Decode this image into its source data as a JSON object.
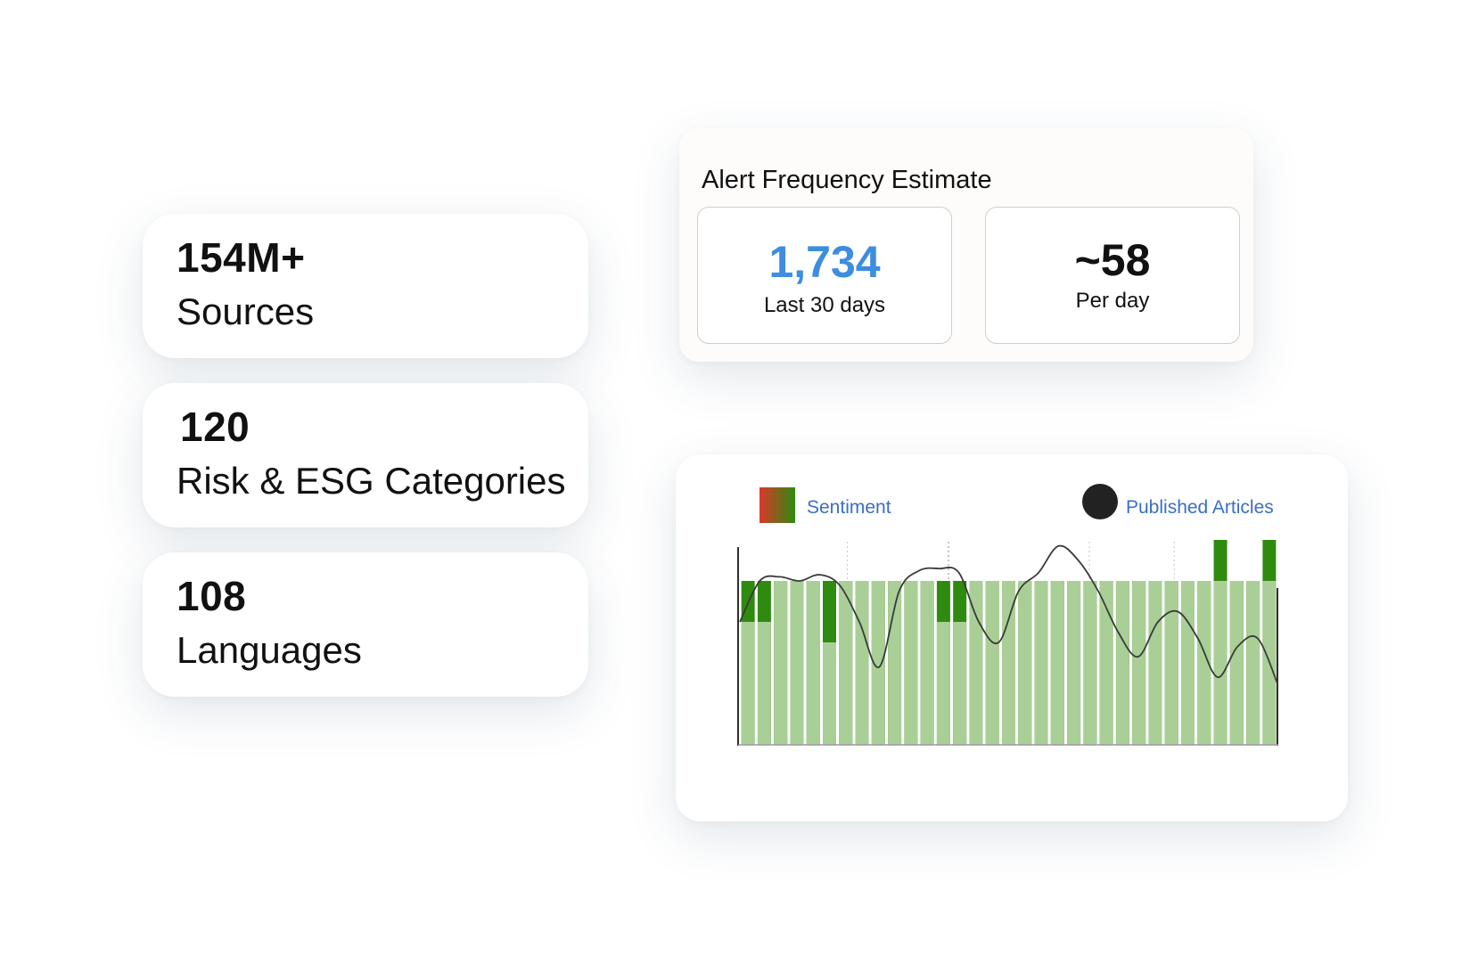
{
  "stats": [
    {
      "value": "154M+",
      "label": "Sources"
    },
    {
      "value": "120",
      "label": "Risk & ESG Categories"
    },
    {
      "value": "108",
      "label": "Languages"
    }
  ],
  "alert": {
    "title": "Alert Frequency Estimate",
    "boxes": [
      {
        "value": "1,734",
        "label": "Last 30 days",
        "color": "#3d8de0"
      },
      {
        "value": "~58",
        "label": "Per day",
        "color": "#111111"
      }
    ]
  },
  "colors": {
    "bar_dark": "#2f8a10",
    "bar_light": "#a9cf96",
    "line": "#3a3a3a",
    "legend_text": "#3a6ec8"
  },
  "chart_data": {
    "type": "bar",
    "legend": [
      {
        "label": "Sentiment",
        "marker": "gradient-square",
        "colors": [
          "#d8382a",
          "#2f8a10"
        ]
      },
      {
        "label": "Published Articles",
        "marker": "circle",
        "color": "#222222"
      }
    ],
    "legend_placement": "top",
    "grid": false,
    "ylim": [
      0,
      10
    ],
    "series": [
      {
        "type": "bar",
        "values": [
          8,
          8,
          8,
          8,
          8,
          8,
          8,
          8,
          8,
          8,
          8,
          8,
          8,
          8,
          8,
          8,
          8,
          8,
          8,
          8,
          8,
          8,
          8,
          8,
          8,
          8,
          8,
          8,
          8,
          10,
          8,
          8,
          10
        ]
      },
      {
        "type": "bar",
        "values": [
          6,
          6,
          8,
          8,
          8,
          5,
          8,
          8,
          8,
          8,
          8,
          8,
          6,
          6,
          8,
          8,
          8,
          8,
          8,
          8,
          8,
          8,
          8,
          8,
          8,
          8,
          8,
          8,
          8,
          8,
          8,
          8,
          8
        ]
      },
      {
        "type": "line",
        "values": [
          6,
          8,
          8.2,
          8,
          8.3,
          7.8,
          6,
          3.8,
          7.5,
          8.5,
          8.6,
          8.4,
          6,
          5,
          7.5,
          8.4,
          9.7,
          9,
          7.5,
          5.5,
          4.3,
          6,
          6.5,
          5.2,
          3.3,
          4.8,
          5.2,
          3
        ]
      }
    ]
  }
}
